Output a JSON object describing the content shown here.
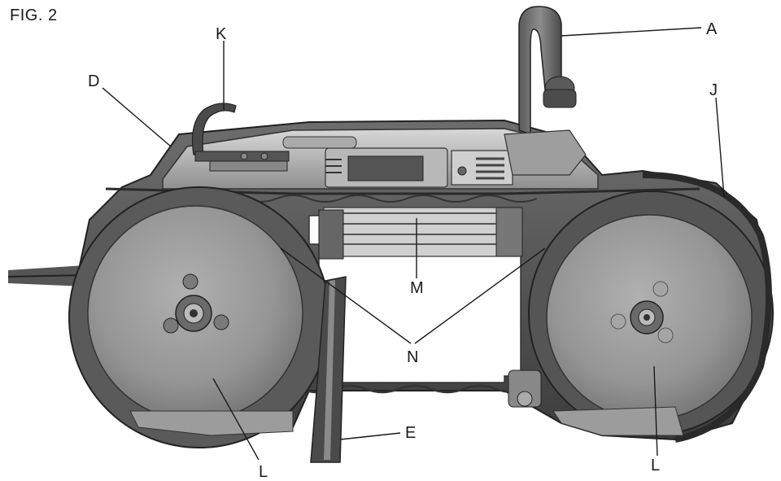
{
  "figure": {
    "title": "FIG. 2"
  },
  "callouts": {
    "A": "A",
    "D": "D",
    "K": "K",
    "J": "J",
    "M": "M",
    "N": "N",
    "E": "E",
    "L_left": "L",
    "L_right": "L"
  },
  "colors": {
    "ink": "#1a1a1a",
    "housing_dark": "#4a4a4a",
    "housing_mid": "#7a7a7a",
    "wheel_face": "#9a9a9a",
    "metal_light": "#c8c8c8"
  }
}
